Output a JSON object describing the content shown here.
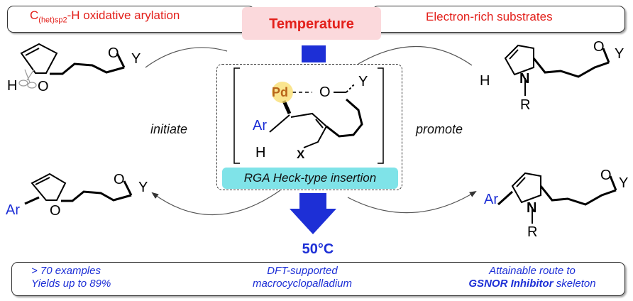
{
  "header": {
    "left_label_main": "C",
    "left_label_sub": "(het)sp2",
    "left_label_rest": "-H oxidative arylation",
    "center_label": "Temperature",
    "right_label": "Electron-rich substrates"
  },
  "center": {
    "insertion_label": "RGA Heck-type insertion",
    "temperature_value": "50°C",
    "atoms": {
      "pd": "Pd",
      "o": "O",
      "y": "Y",
      "ar": "Ar",
      "h": "H",
      "x": "X"
    }
  },
  "arrows": {
    "left_label": "initiate",
    "right_label": "promote"
  },
  "molecules": {
    "furan_atoms": {
      "h": "H",
      "o": "O",
      "carbonyl_o": "O",
      "y": "Y",
      "ar": "Ar"
    },
    "pyrrole_atoms": {
      "h": "H",
      "n": "N",
      "r": "R",
      "carbonyl_o": "O",
      "y": "Y",
      "ar": "Ar"
    }
  },
  "footer": {
    "col1_line1": "> 70 examples",
    "col1_line2": "Yields up to 89%",
    "col2_line1": "DFT-supported",
    "col2_line2": "macrocyclopalladium",
    "col3_line1": "Attainable route to",
    "col3_line2_bold": "GSNOR Inhibitor",
    "col3_line2_rest": " skeleton"
  },
  "colors": {
    "red": "#e3201b",
    "blue": "#1d2fd6",
    "pink": "#fbd9dc",
    "cyan": "#7fe3e8",
    "pd_glow": "#f8dc6a"
  }
}
